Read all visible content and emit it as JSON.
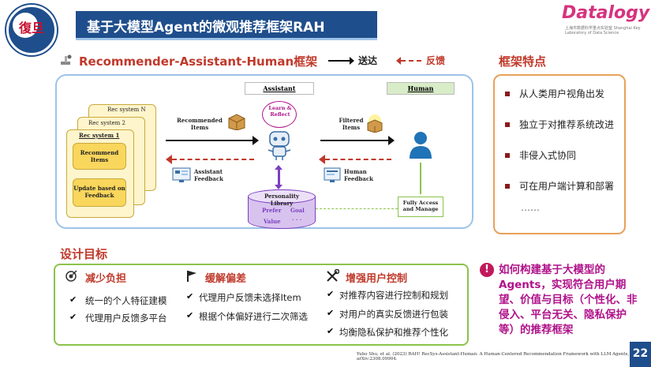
{
  "header": {
    "title": "基于大模型Agent的微观推荐框架RAH",
    "logo_text": "復旦",
    "logo_ring_text": "FUDAN UNIVERSITY 1905-2005",
    "brand": "Datalogy",
    "brand_sub": "上海市数据科学重点实验室 Shanghai Key Laboratory of Data Science"
  },
  "section_framework": {
    "title": "Recommender-Assistant-Human框架",
    "legend_send": "送达",
    "legend_feedback": "反馈"
  },
  "diagram": {
    "rec_systems": [
      "Rec system N",
      "Rec system 2",
      "Rec system 1"
    ],
    "recommend_items": "Recommend Items",
    "update_feedback": "Update based on Feedback",
    "recommended_items_label": "Recommended Items",
    "assistant_feedback": "Assistant Feedback",
    "assistant_header": "Assistant",
    "learn_reflect": "Learn & Reflect",
    "personality_library": "Personality Library",
    "prefer": "Prefer",
    "goal": "Goal",
    "value": "Value",
    "ellipsis": "· · ·",
    "filtered_items": "Filtered Items",
    "human_feedback": "Human Feedback",
    "human_header": "Human",
    "fully_access": "Fully Access and Manage"
  },
  "features": {
    "title": "框架特点",
    "items": [
      "从人类用户视角出发",
      "独立于对推荐系统改进",
      "非侵入式协同",
      "可在用户端计算和部署"
    ],
    "more": "……"
  },
  "goals": {
    "title": "设计目标",
    "columns": [
      {
        "heading": "减少负担",
        "items": [
          "统一的个人特征建模",
          "代理用户反馈多平台"
        ]
      },
      {
        "heading": "缓解偏差",
        "items": [
          "代理用户反馈未选择Item",
          "根据个体偏好进行二次筛选"
        ]
      },
      {
        "heading": "增强用户控制",
        "items": [
          "对推荐内容进行控制和规划",
          "对用户的真实反馈进行包装",
          "均衡隐私保护和推荐个性化"
        ]
      }
    ]
  },
  "question": "如何构建基于大模型的Agents，实现符合用户期望、价值与目标（个性化、非侵入、平台无关、隐私保护等）的推荐框架",
  "citation": "Yubo Shu, et al. (2023) RAH! RecSys-Assistant-Human: A Human-Centered Recommendation Framework with LLM Agents, arXiv:2308.09904.",
  "page_number": "22",
  "colors": {
    "primary": "#1f4e8c",
    "accent_red": "#c0392b",
    "magenta": "#b0128a",
    "orange": "#e8a15a",
    "green": "#8bc34a"
  }
}
